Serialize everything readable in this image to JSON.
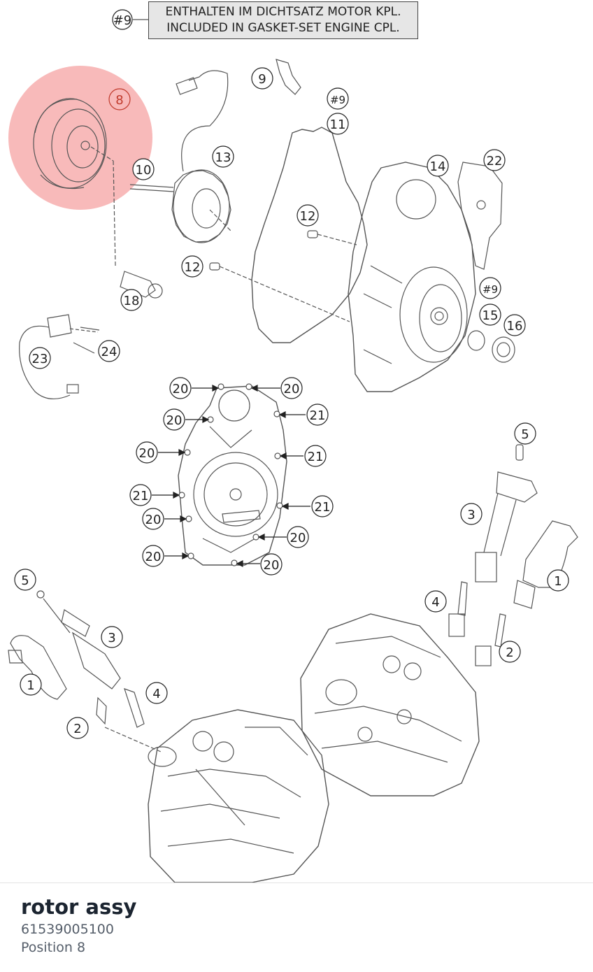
{
  "note": {
    "label": "#9",
    "line_de": "ENTHALTEN IM DICHTSATZ MOTOR KPL.",
    "line_en": "INCLUDED IN GASKET-SET ENGINE CPL."
  },
  "callouts": [
    {
      "id": "c-8",
      "label": "8",
      "highlighted": true
    },
    {
      "id": "c-9",
      "label": "9"
    },
    {
      "id": "c-9a",
      "label": "#9"
    },
    {
      "id": "c-11",
      "label": "11"
    },
    {
      "id": "c-13",
      "label": "13"
    },
    {
      "id": "c-10",
      "label": "10"
    },
    {
      "id": "c-14",
      "label": "14"
    },
    {
      "id": "c-22",
      "label": "22"
    },
    {
      "id": "c-12a",
      "label": "12"
    },
    {
      "id": "c-12b",
      "label": "12"
    },
    {
      "id": "c-9b",
      "label": "#9"
    },
    {
      "id": "c-15",
      "label": "15"
    },
    {
      "id": "c-16",
      "label": "16"
    },
    {
      "id": "c-18",
      "label": "18"
    },
    {
      "id": "c-24",
      "label": "24"
    },
    {
      "id": "c-23",
      "label": "23"
    },
    {
      "id": "c-20a",
      "label": "20"
    },
    {
      "id": "c-20b",
      "label": "20"
    },
    {
      "id": "c-20c",
      "label": "20"
    },
    {
      "id": "c-21a",
      "label": "21"
    },
    {
      "id": "c-20d",
      "label": "20"
    },
    {
      "id": "c-21b",
      "label": "21"
    },
    {
      "id": "c-21c",
      "label": "21"
    },
    {
      "id": "c-21d",
      "label": "21"
    },
    {
      "id": "c-20e",
      "label": "20"
    },
    {
      "id": "c-20f",
      "label": "20"
    },
    {
      "id": "c-20g",
      "label": "20"
    },
    {
      "id": "c-20h",
      "label": "20"
    },
    {
      "id": "c-5a",
      "label": "5"
    },
    {
      "id": "c-3a",
      "label": "3"
    },
    {
      "id": "c-1a",
      "label": "1"
    },
    {
      "id": "c-4a",
      "label": "4"
    },
    {
      "id": "c-2a",
      "label": "2"
    },
    {
      "id": "c-5b",
      "label": "5"
    },
    {
      "id": "c-3b",
      "label": "3"
    },
    {
      "id": "c-1b",
      "label": "1"
    },
    {
      "id": "c-4b",
      "label": "4"
    },
    {
      "id": "c-2b",
      "label": "2"
    }
  ],
  "selected_part": {
    "name": "rotor assy",
    "number": "61539005100",
    "position": "Position 8"
  },
  "colors": {
    "highlight": "#f6a3a3",
    "highlight_text": "#c0392b",
    "line": "#555555",
    "title": "#1b2430",
    "subtext": "#555e6a"
  }
}
